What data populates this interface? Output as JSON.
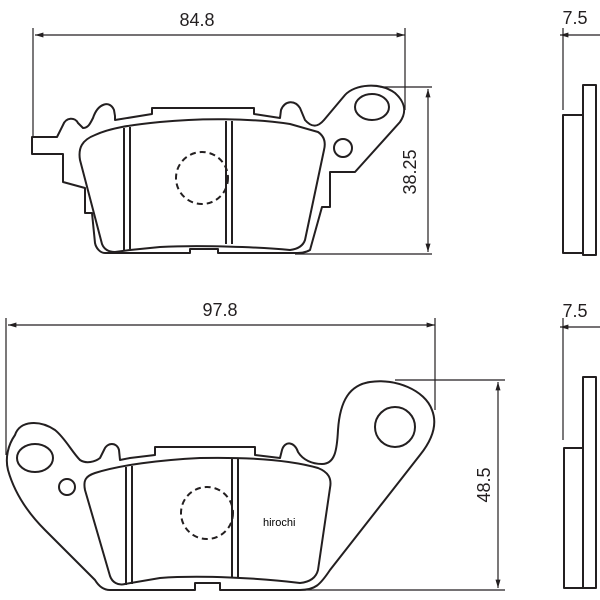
{
  "top_pad": {
    "width_label": "84.8",
    "height_label": "38.25",
    "thickness_label": "7.5"
  },
  "bottom_pad": {
    "width_label": "97.8",
    "height_label": "48.5",
    "thickness_label": "7.5"
  },
  "watermark": "hirochi",
  "colors": {
    "line": "#231f20",
    "background": "#ffffff"
  }
}
